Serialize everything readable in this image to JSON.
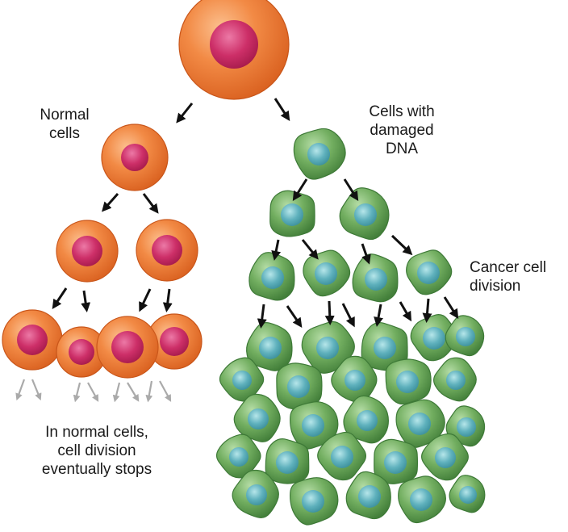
{
  "labels": {
    "normal_cells": "Normal\ncells",
    "damaged_dna": "Cells with\ndamaged\nDNA",
    "cancer_division": "Cancer cell\ndivision",
    "division_stops": "In normal cells,\ncell division\neventually stops"
  },
  "colors": {
    "normal_cell_outer": "#f07a32",
    "normal_cell_highlight": "#fbb27a",
    "normal_cell_edge": "#c9561a",
    "normal_nucleus": "#c8245e",
    "normal_nucleus_highlight": "#e8689a",
    "cancer_cell_outer": "#6aa65a",
    "cancer_cell_highlight": "#a9d59a",
    "cancer_cell_edge": "#3e7a37",
    "cancer_nucleus": "#4da6b3",
    "cancer_nucleus_highlight": "#a3dde3",
    "arrow": "#111111",
    "faded_arrow": "#999999"
  },
  "icons": {
    "normal_cell": "normal-cell-icon",
    "cancer_cell": "cancer-cell-icon",
    "arrow": "arrow-icon",
    "faded_arrow": "faded-arrow-icon"
  }
}
